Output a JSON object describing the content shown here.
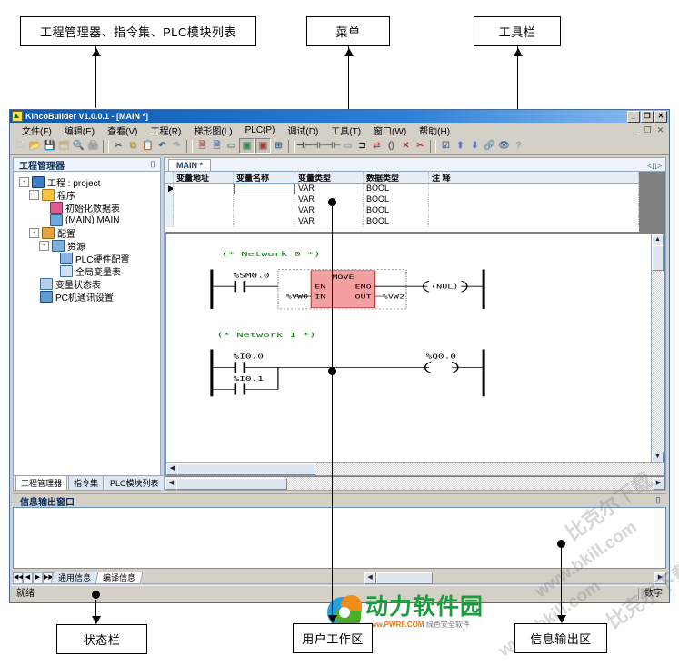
{
  "annotations": {
    "top": [
      {
        "id": "panels",
        "label": "工程管理器、指令集、PLC模块列表"
      },
      {
        "id": "menu",
        "label": "菜单"
      },
      {
        "id": "toolbar",
        "label": "工具栏"
      }
    ],
    "bottom": [
      {
        "id": "statusbar",
        "label": "状态栏"
      },
      {
        "id": "workarea",
        "label": "用户工作区"
      },
      {
        "id": "outputarea",
        "label": "信息输出区"
      }
    ]
  },
  "window": {
    "title": "KincoBuilder V1.0.0.1 - [MAIN *]",
    "controls": {
      "minimize": "_",
      "maximize": "❐",
      "close": "✕"
    },
    "mdi_controls": {
      "minimize": "_",
      "restore": "❐",
      "close": "✕"
    }
  },
  "menu": {
    "items": [
      "文件(F)",
      "编辑(E)",
      "查看(V)",
      "工程(R)",
      "梯形图(L)",
      "PLC(P)",
      "调试(D)",
      "工具(T)",
      "窗口(W)",
      "帮助(H)"
    ]
  },
  "toolbar": {
    "groups": [
      [
        {
          "name": "new-icon",
          "glyph": "🗋",
          "color": "#ffffff"
        },
        {
          "name": "open-icon",
          "glyph": "📂",
          "color": "#f3c13a"
        },
        {
          "name": "save-icon",
          "glyph": "💾",
          "color": "#e0a41d"
        },
        {
          "name": "save-all-icon",
          "glyph": "🗂",
          "color": "#e8c35a"
        },
        {
          "name": "print-preview-icon",
          "glyph": "🔍",
          "color": "#ffffff"
        },
        {
          "name": "print-icon",
          "glyph": "🖨",
          "color": "#9aa0a6"
        }
      ],
      [
        {
          "name": "cut-icon",
          "glyph": "✂",
          "color": "#4a4a4a"
        },
        {
          "name": "copy-icon",
          "glyph": "⧉",
          "color": "#c9a227"
        },
        {
          "name": "paste-icon",
          "glyph": "📋",
          "color": "#7fa8d8"
        },
        {
          "name": "undo-icon",
          "glyph": "↶",
          "color": "#2a5d8f"
        },
        {
          "name": "redo-icon",
          "glyph": "↷",
          "color": "#9fb8cf"
        }
      ],
      [
        {
          "name": "compile-icon",
          "glyph": "🗎",
          "color": "#d84a3f"
        },
        {
          "name": "compile-all-icon",
          "glyph": "🗎",
          "color": "#4a7fd8"
        },
        {
          "name": "download-icon",
          "glyph": "▭",
          "color": "#3f9a6a"
        },
        {
          "name": "ladder-view-icon",
          "glyph": "▣",
          "color": "#2a8f4a",
          "pressed": true
        },
        {
          "name": "instruction-view-icon",
          "glyph": "▣",
          "color": "#b03a3a",
          "pressed": true
        },
        {
          "name": "block-view-icon",
          "glyph": "⊞",
          "color": "#2a6fb0"
        }
      ],
      [
        {
          "name": "contact-no-icon",
          "glyph": "⊣⊢",
          "color": "#1a1a1a"
        },
        {
          "name": "contact-nc-icon",
          "glyph": "⊣⊢",
          "color": "#c04040"
        },
        {
          "name": "contact-p-icon",
          "glyph": "⊣⊢",
          "color": "#c04040"
        },
        {
          "name": "coil-icon",
          "glyph": "▭",
          "color": "#9ab2cc"
        },
        {
          "name": "box-icon",
          "glyph": "⊐",
          "color": "#1a1a1a"
        },
        {
          "name": "branch-icon",
          "glyph": "⇄",
          "color": "#c04040"
        },
        {
          "name": "line-icon",
          "glyph": "()",
          "color": "#5a5a5a"
        },
        {
          "name": "delete-icon",
          "glyph": "✕",
          "color": "#cc2222"
        },
        {
          "name": "delete-branch-icon",
          "glyph": "✂",
          "color": "#cc2222"
        }
      ],
      [
        {
          "name": "check-icon",
          "glyph": "☑",
          "color": "#2a5d8f"
        },
        {
          "name": "upload-icon",
          "glyph": "⬆",
          "color": "#4a7fd8"
        },
        {
          "name": "download2-icon",
          "glyph": "⬇",
          "color": "#4a7fd8"
        },
        {
          "name": "connect-icon",
          "glyph": "🔗",
          "color": "#3a8f4a"
        },
        {
          "name": "monitor-icon",
          "glyph": "👁",
          "color": "#2a6fb0"
        },
        {
          "name": "help-icon",
          "glyph": "?",
          "color": "#a8b4c0"
        }
      ]
    ]
  },
  "project_panel": {
    "caption": "工程管理器",
    "pin": "⌷",
    "tree": [
      {
        "depth": 0,
        "expander": "-",
        "icon": "ico-proj",
        "icon_name": "project-icon",
        "label": "工程 : project"
      },
      {
        "depth": 1,
        "expander": "-",
        "icon": "ico-folder",
        "icon_name": "folder-icon",
        "label": "程序"
      },
      {
        "depth": 2,
        "expander": "",
        "icon": "ico-grid",
        "icon_name": "data-table-icon",
        "label": "初始化数据表"
      },
      {
        "depth": 2,
        "expander": "",
        "icon": "ico-main",
        "icon_name": "pou-icon",
        "label": "(MAIN) MAIN"
      },
      {
        "depth": 1,
        "expander": "-",
        "icon": "ico-cfg",
        "icon_name": "configuration-icon",
        "label": "配置"
      },
      {
        "depth": 2,
        "expander": "-",
        "icon": "ico-res",
        "icon_name": "resource-icon",
        "label": "资源"
      },
      {
        "depth": 3,
        "expander": "",
        "icon": "ico-hw",
        "icon_name": "plc-hardware-icon",
        "label": "PLC硬件配置"
      },
      {
        "depth": 3,
        "expander": "",
        "icon": "ico-var",
        "icon_name": "global-var-icon",
        "label": "全局变量表"
      },
      {
        "depth": 1,
        "expander": "",
        "icon": "ico-stat",
        "icon_name": "var-status-icon",
        "label": "变量状态表"
      },
      {
        "depth": 1,
        "expander": "",
        "icon": "ico-pc",
        "icon_name": "pc-comm-icon",
        "label": "PC机通讯设置"
      }
    ],
    "tabs": [
      {
        "label": "工程管理器",
        "active": true
      },
      {
        "label": "指令集",
        "active": false
      },
      {
        "label": "PLC模块列表",
        "active": false
      }
    ]
  },
  "editor": {
    "document_tab": "MAIN *",
    "nav": {
      "prev": "◁",
      "next": "▷"
    },
    "variable_table": {
      "columns": [
        "变量地址",
        "变量名称",
        "变量类型",
        "数据类型",
        "注 释"
      ],
      "rows": [
        {
          "marker": "▶",
          "addr": "",
          "name": "",
          "vtype": "VAR",
          "dtype": "BOOL",
          "comment": "",
          "selected": true
        },
        {
          "marker": "",
          "addr": "",
          "name": "",
          "vtype": "VAR",
          "dtype": "BOOL",
          "comment": ""
        },
        {
          "marker": "",
          "addr": "",
          "name": "",
          "vtype": "VAR",
          "dtype": "BOOL",
          "comment": ""
        },
        {
          "marker": "",
          "addr": "",
          "name": "",
          "vtype": "VAR",
          "dtype": "BOOL",
          "comment": ""
        }
      ]
    },
    "networks": [
      {
        "comment": "(* Network 0 *)",
        "contacts": [
          {
            "label": "%SM0.0",
            "type": "NO"
          }
        ],
        "block": {
          "name": "MOVE",
          "color": "#f4a0a0",
          "inputs": [
            {
              "pin": "EN",
              "operand": ""
            },
            {
              "pin": "IN",
              "operand": "%VW0"
            }
          ],
          "outputs": [
            {
              "pin": "ENO",
              "operand": ""
            },
            {
              "pin": "OUT",
              "operand": "%VW2"
            }
          ]
        },
        "coil": {
          "label": "(NUL)"
        }
      },
      {
        "comment": "(* Network 1 *)",
        "contacts": [
          {
            "label": "%I0.0",
            "type": "NO"
          },
          {
            "label": "%I0.1",
            "type": "NO"
          }
        ],
        "coil": {
          "label": "%Q0.0",
          "symbol": "( )"
        }
      }
    ]
  },
  "info_window": {
    "caption": "信息输出窗口",
    "pin": "⌷",
    "content": "",
    "tabs": [
      {
        "label": "通用信息",
        "active": false
      },
      {
        "label": "编译信息",
        "active": true
      }
    ],
    "nav": [
      "◀◀",
      "◀",
      "▶",
      "▶▶"
    ]
  },
  "statusbar": {
    "message": "就绪",
    "right": "数字"
  },
  "watermarks": {
    "site_cn": "比克尔下载",
    "site_url": "www.bkill.com",
    "logo_cn": "动力软件园",
    "logo_url": "www.PWR8.COM",
    "logo_slogan": "绿色安全软件"
  },
  "colors": {
    "titlebar": "#0a59b0",
    "window_face": "#d4d0c8",
    "block_fill": "#f4a0a0",
    "network_comment": "#008000"
  }
}
